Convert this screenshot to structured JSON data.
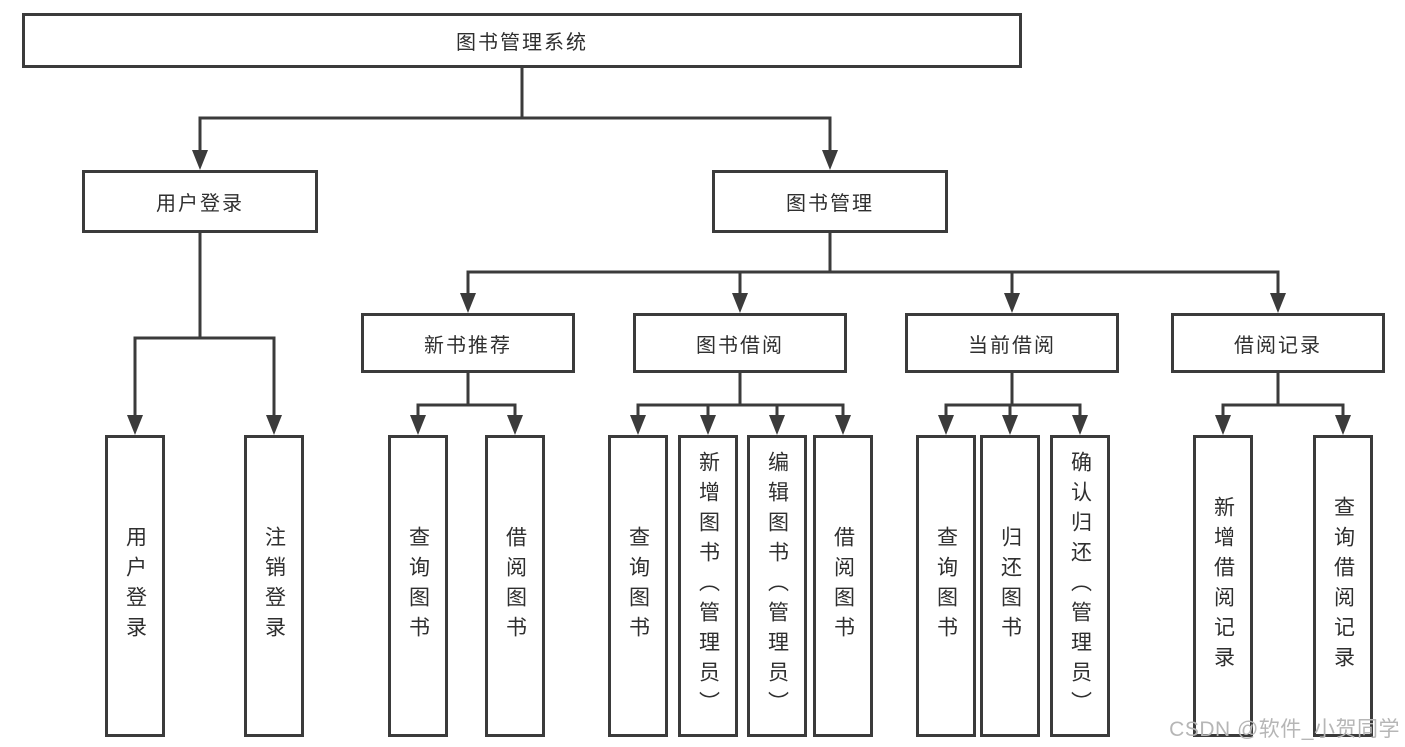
{
  "colors": {
    "line": "#3b3b3b",
    "text": "#2f2f2f",
    "watermark": "#b6b6b6"
  },
  "tree": {
    "root": {
      "label": "图书管理系统"
    },
    "branches": [
      {
        "label": "用户登录",
        "children": [
          {
            "label": "用户登录"
          },
          {
            "label": "注销登录"
          }
        ]
      },
      {
        "label": "图书管理",
        "children": [
          {
            "label": "新书推荐",
            "children": [
              {
                "label": "查询图书"
              },
              {
                "label": "借阅图书"
              }
            ]
          },
          {
            "label": "图书借阅",
            "children": [
              {
                "label": "查询图书"
              },
              {
                "label": "新增图书（管理员）"
              },
              {
                "label": "编辑图书（管理员）"
              },
              {
                "label": "借阅图书"
              }
            ]
          },
          {
            "label": "当前借阅",
            "children": [
              {
                "label": "查询图书"
              },
              {
                "label": "归还图书"
              },
              {
                "label": "确认归还（管理员）"
              }
            ]
          },
          {
            "label": "借阅记录",
            "children": [
              {
                "label": "新增借阅记录"
              },
              {
                "label": "查询借阅记录"
              }
            ]
          }
        ]
      }
    ]
  },
  "watermark": "CSDN @软件_小贺同学"
}
